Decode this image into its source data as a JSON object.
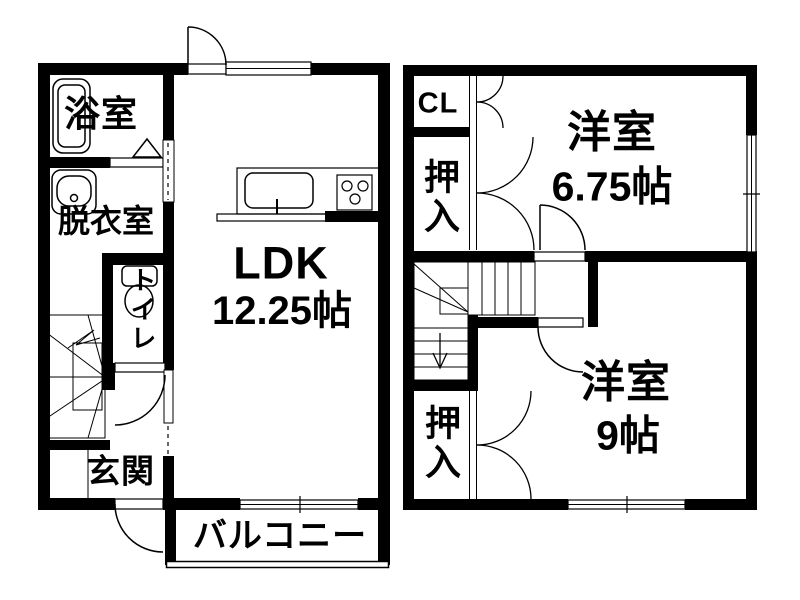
{
  "plan": {
    "floor1": {
      "bath_label": "浴室",
      "dressing_label": "脱衣室",
      "toilet_label": "トイレ",
      "entrance_label": "玄関",
      "ldk_label": "LDK",
      "ldk_size": "12.25帖",
      "balcony_label": "バルコニー"
    },
    "floor2": {
      "closet_label": "CL",
      "oshiire_upper_label": "押入",
      "western_room1_label": "洋室",
      "western_room1_size": "6.75帖",
      "oshiire_lower_label": "押入",
      "western_room2_label": "洋室",
      "western_room2_size": "9帖"
    },
    "colors": {
      "wall": "#000000",
      "line": "#1a1a1a",
      "background": "#ffffff"
    }
  }
}
